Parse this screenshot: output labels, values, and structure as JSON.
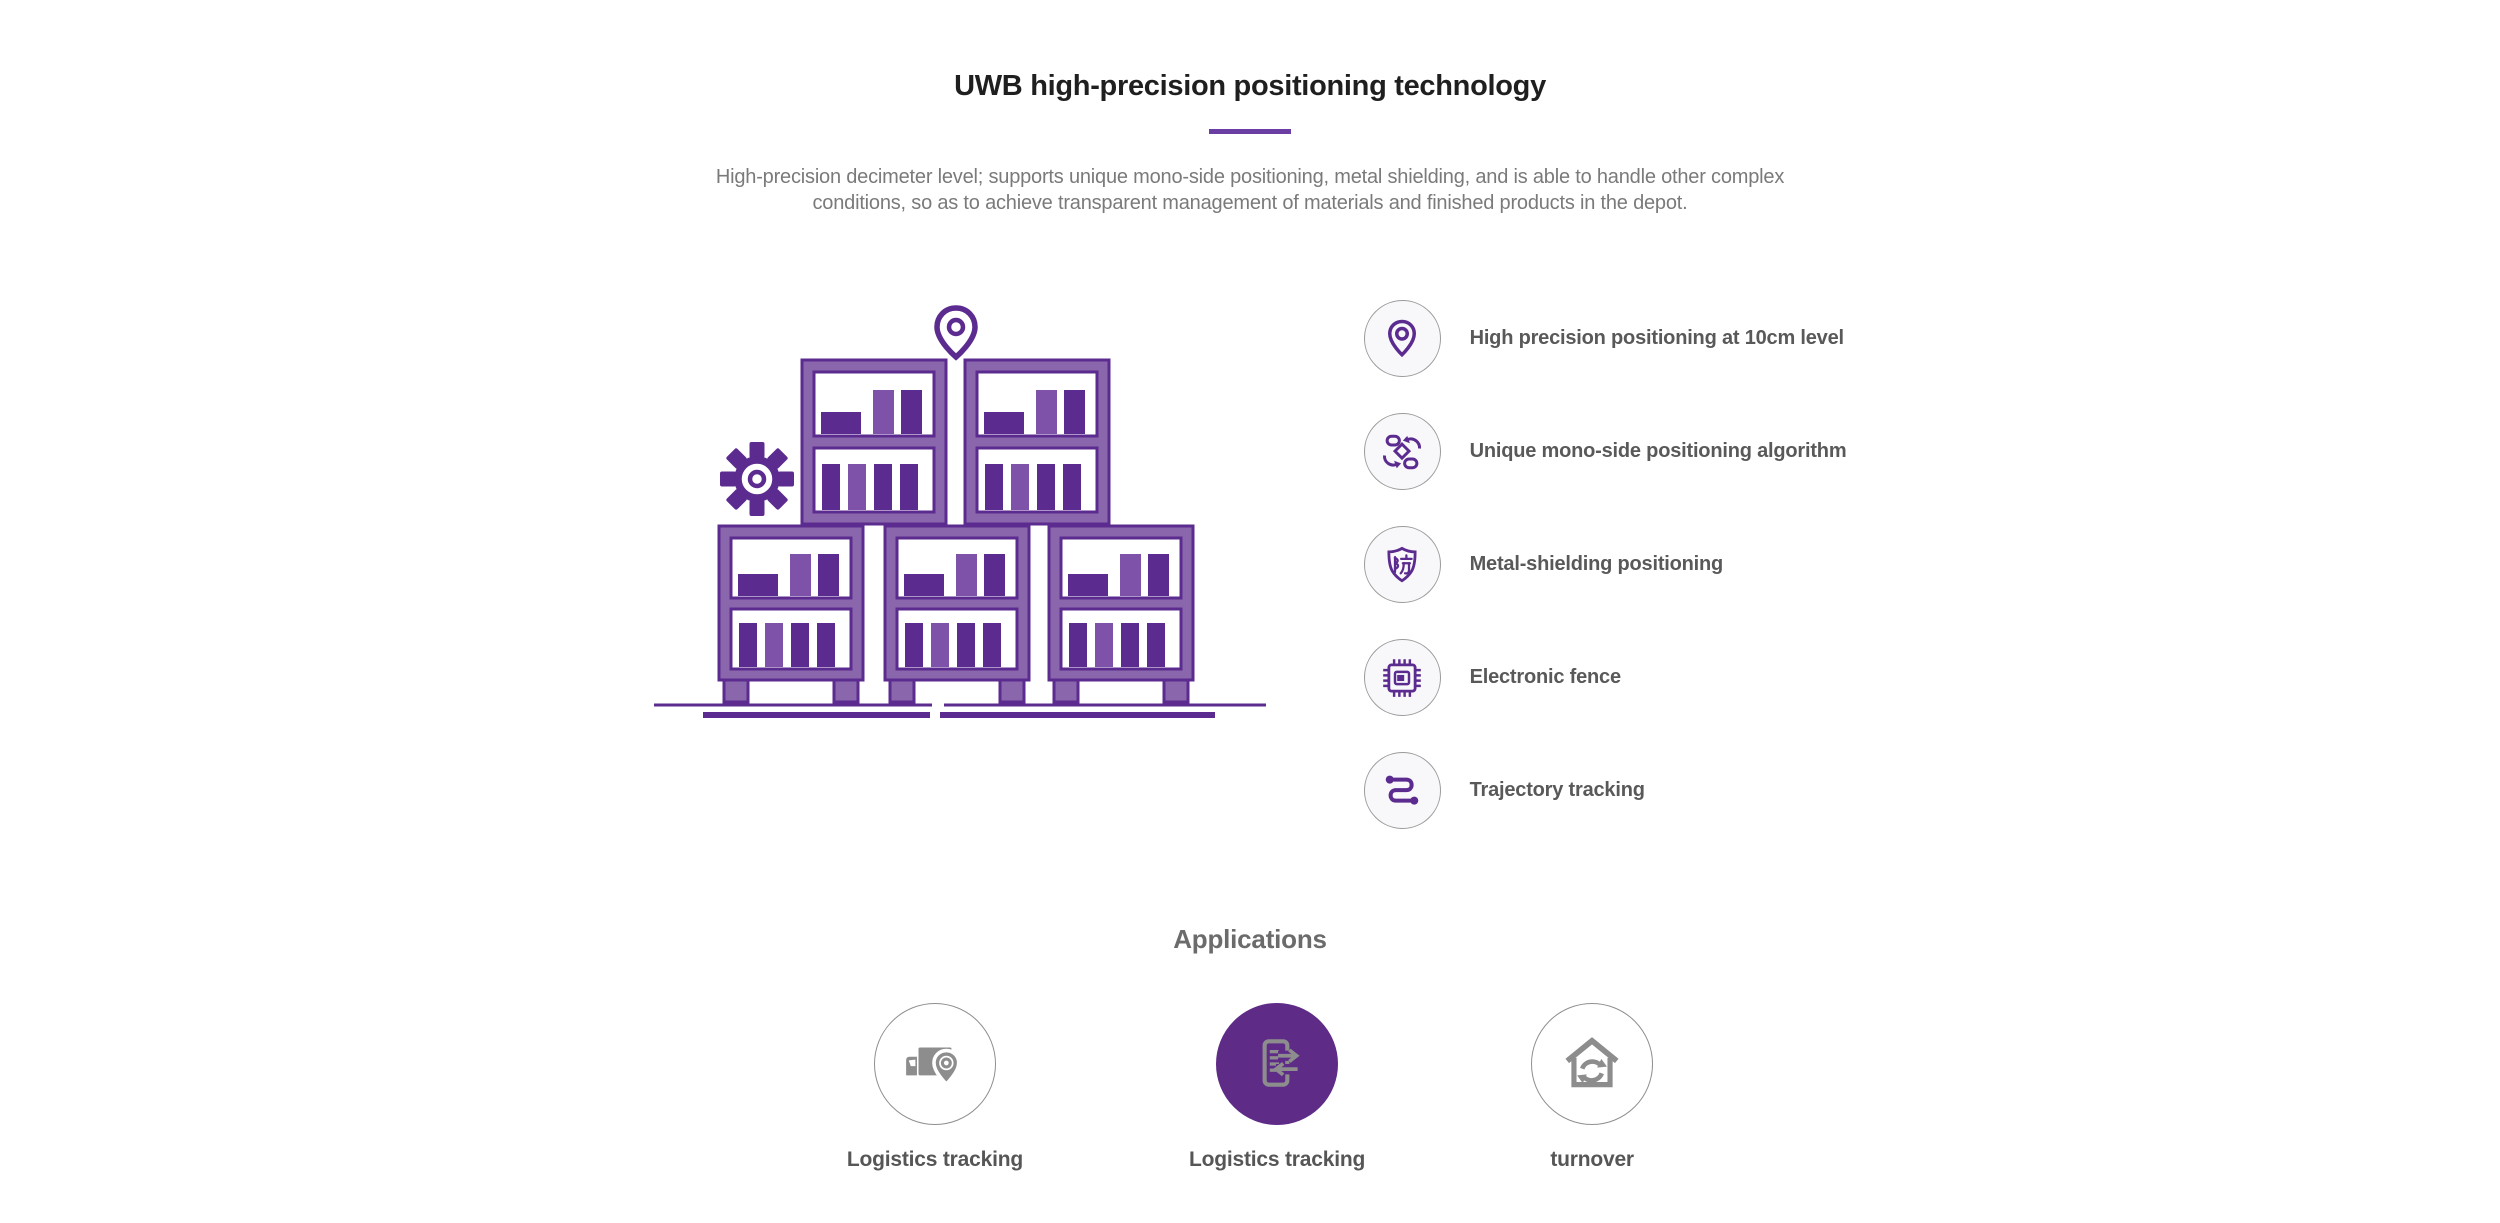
{
  "header": {
    "title": "UWB high-precision positioning technology",
    "description_line1": "High-precision decimeter level; supports unique mono-side positioning, metal shielding, and is able to handle other complex",
    "description_line2": "conditions, so as to achieve transparent management of materials and finished products in the depot."
  },
  "illustration": {
    "name": "warehouse-shelves-illustration",
    "elements": [
      "location-pin-icon",
      "gear-icon",
      "stacked-storage-racks",
      "ground-lines"
    ]
  },
  "features": {
    "items": [
      {
        "icon": "location-pin-icon",
        "label": "High precision positioning at 10cm level"
      },
      {
        "icon": "algorithm-flow-icon",
        "label": "Unique mono-side positioning algorithm"
      },
      {
        "icon": "shield-icon",
        "label": "Metal-shielding positioning",
        "shield_glyph": "防"
      },
      {
        "icon": "chip-icon",
        "label": "Electronic fence"
      },
      {
        "icon": "trajectory-icon",
        "label": "Trajectory tracking"
      }
    ]
  },
  "applications": {
    "heading": "Applications",
    "items": [
      {
        "icon": "truck-location-icon",
        "label": "Logistics tracking",
        "active": false
      },
      {
        "icon": "document-transfer-icon",
        "label": "Logistics tracking",
        "active": true
      },
      {
        "icon": "house-recycle-icon",
        "label": "turnover",
        "active": false
      }
    ]
  },
  "colors": {
    "deep_purple": "#5c2b8f",
    "mid_purple": "#8a67ad",
    "bar_light_purple": "#7e52a8",
    "divider_purple": "#6b3ea3",
    "active_circle_purple": "#5e2b87",
    "icon_gray": "#8d8d8d",
    "title_text": "#1f1f1f",
    "label_text": "#595959",
    "body_text": "#7a7a7a"
  }
}
